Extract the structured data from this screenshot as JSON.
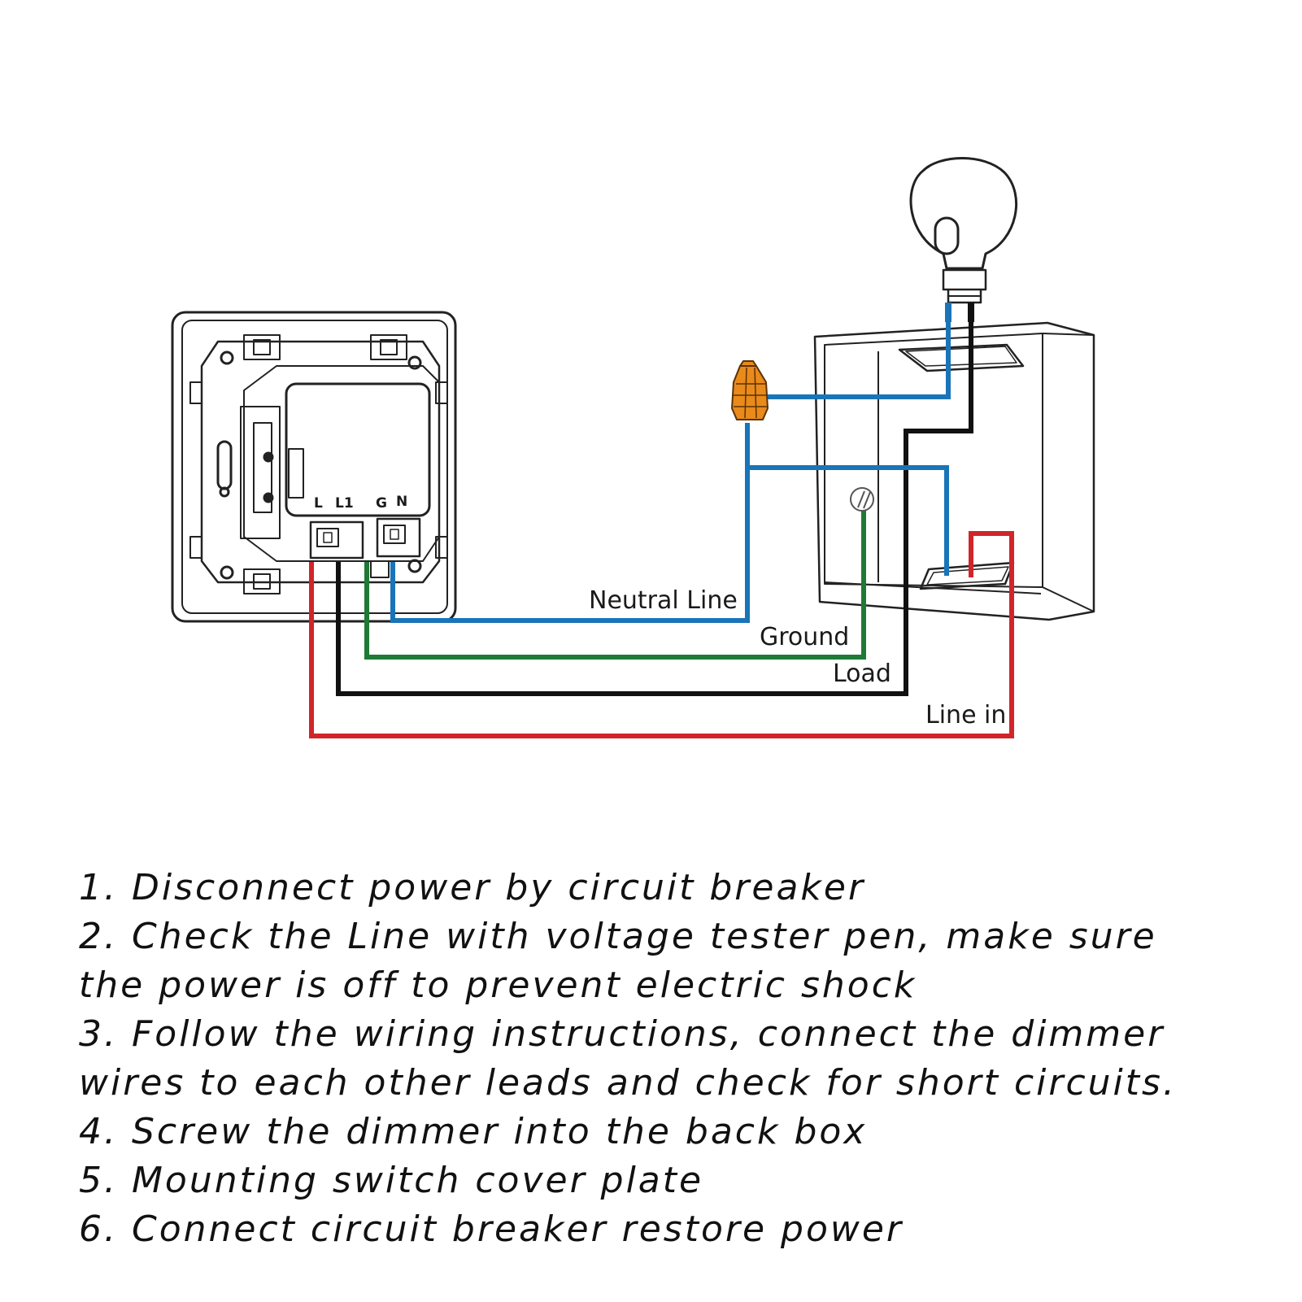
{
  "colors": {
    "neutral": "#1a74b8",
    "ground": "#1e7a34",
    "load": "#111111",
    "line_in": "#d0252a",
    "connector": "#e98a1a",
    "outline": "#222222"
  },
  "switch": {
    "terminals": [
      "L",
      "L1",
      "G",
      "N"
    ]
  },
  "wires": {
    "neutral": "Neutral Line",
    "ground": "Ground",
    "load": "Load",
    "line_in": "Line in"
  },
  "steps": [
    "1. Disconnect power by circuit breaker",
    "2. Check the Line with voltage tester pen, make sure",
    "the power is off to prevent electric shock",
    "3. Follow the wiring instructions, connect the dimmer",
    "wires to each other leads and check for short circuits.",
    "4. Screw the dimmer into the back box",
    "5. Mounting switch cover plate",
    "6. Connect circuit breaker restore power"
  ],
  "icons": [
    "light-bulb-icon",
    "wire-nut-icon",
    "ground-screw-icon"
  ]
}
